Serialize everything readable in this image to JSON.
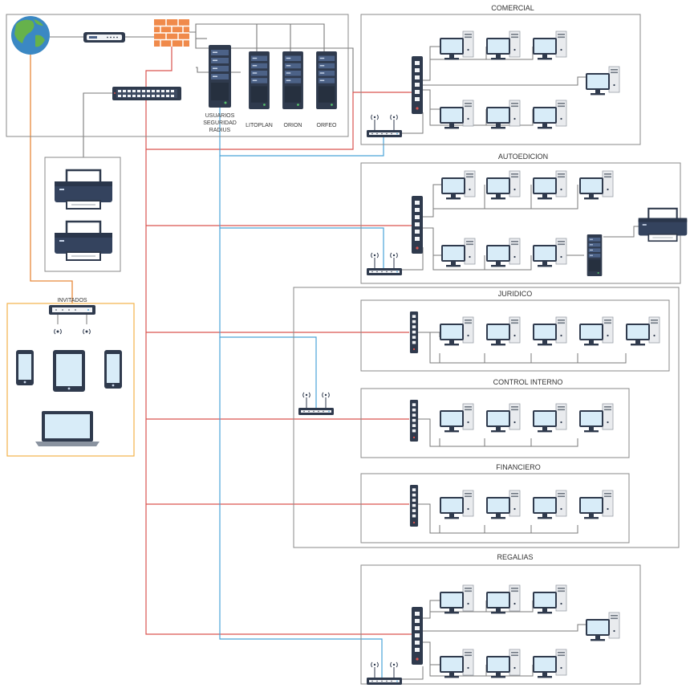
{
  "labels": {
    "comercial": "COMERCIAL",
    "autoedicion": "AUTOEDICION",
    "juridico": "JURIDICO",
    "control_interno": "CONTROL INTERNO",
    "financiero": "FINANCIERO",
    "regalias": "REGALIAS",
    "invitados": "INVITADOS",
    "server_usuarios_l1": "USUARIOS",
    "server_usuarios_l2": "SEGURIDAD",
    "server_usuarios_l3": "RADIUS",
    "server_litoplan": "LITOPLAN",
    "server_orion": "ORION",
    "server_orfeo": "ORFEO"
  },
  "colors": {
    "background": "#ffffff",
    "box_border": "#8a8a8a",
    "guest_border": "#f2b24a",
    "wan_line": "#e8893a",
    "lan_line": "#d9534f",
    "wifi_line": "#4aa3d8",
    "cable_gray": "#7a7a7a",
    "firewall": "#f08a4b",
    "globe_water": "#3b88c3",
    "globe_land": "#66b24b",
    "device_dark": "#2f3a4d",
    "monitor_screen": "#d8ecf8",
    "tower": "#e9ebee"
  },
  "icons": [
    "globe-icon",
    "router-icon",
    "firewall-icon",
    "switch-icon",
    "server-icon",
    "printer-icon",
    "access-point-icon",
    "desktop-computer-icon",
    "phone-icon",
    "tablet-icon",
    "laptop-icon"
  ]
}
